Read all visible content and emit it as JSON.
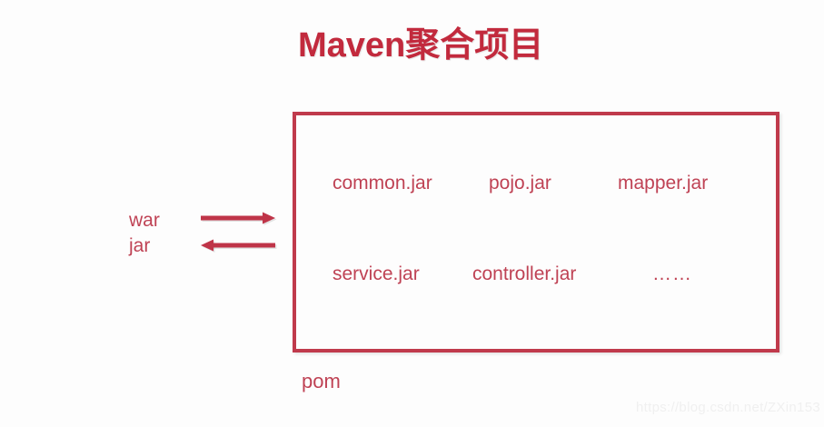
{
  "page": {
    "title": "Maven聚合项目",
    "background_color": "#fdfdfd"
  },
  "colors": {
    "title_red": "#c22a3d",
    "text_red": "#bf4254",
    "border_red": "#c03a4c",
    "watermark_gray": "#f0f0f0"
  },
  "packaging": {
    "war_label": "war",
    "jar_label": "jar",
    "war_arrow_icon": "arrow-right-icon",
    "jar_arrow_icon": "arrow-left-icon"
  },
  "aggregate_box": {
    "pom_label": "pom",
    "modules_row1": [
      {
        "name": "common.jar"
      },
      {
        "name": "pojo.jar"
      },
      {
        "name": "mapper.jar"
      }
    ],
    "modules_row2": [
      {
        "name": "service.jar"
      },
      {
        "name": "controller.jar"
      },
      {
        "name": "……"
      }
    ]
  },
  "watermark": {
    "text": "https://blog.csdn.net/ZXin153"
  }
}
